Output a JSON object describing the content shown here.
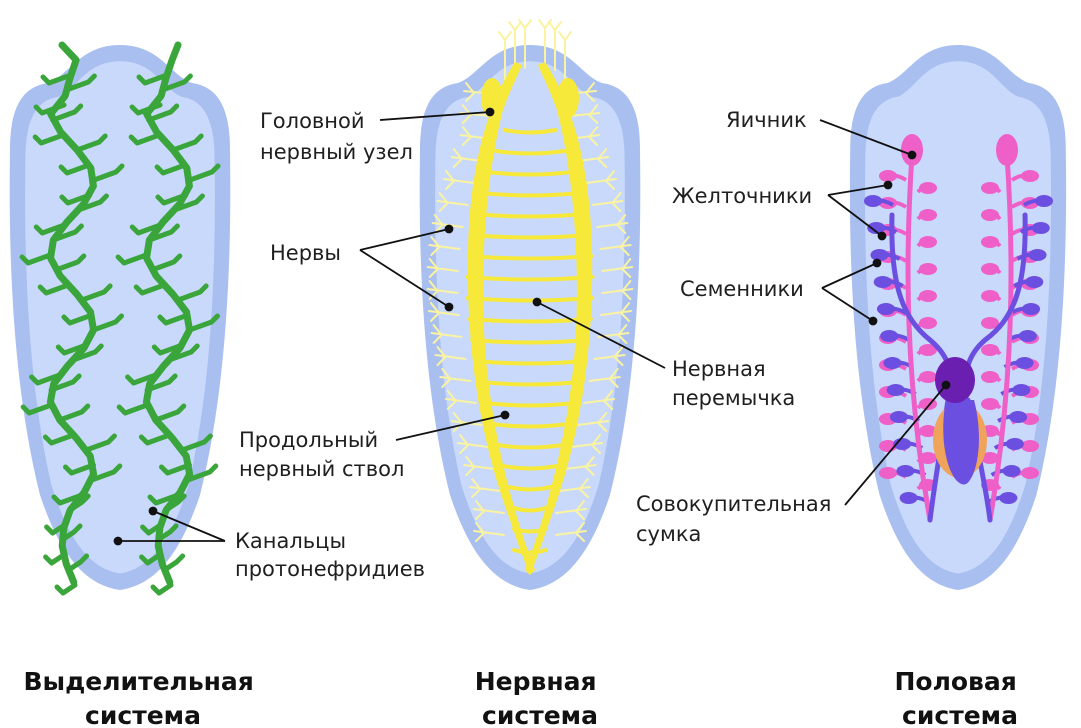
{
  "panels": [
    {
      "id": "excretory",
      "caption": [
        "Выделительная",
        "система"
      ]
    },
    {
      "id": "nervous",
      "caption": [
        "Нервная",
        "система"
      ]
    },
    {
      "id": "reproductive",
      "caption": [
        "Половая",
        "система"
      ]
    }
  ],
  "labels": {
    "excretory": {
      "canals": [
        "Канальцы",
        "протонефридиев"
      ]
    },
    "nervous": {
      "head_ganglion": [
        "Головной",
        "нервный узел"
      ],
      "nerves": [
        "Нервы"
      ],
      "longitudinal_trunk": [
        "Продольный",
        "нервный ствол"
      ],
      "commissure": [
        "Нервная",
        "перемычка"
      ]
    },
    "reproductive": {
      "ovary": [
        "Яичник"
      ],
      "vitellaria": [
        "Желточники"
      ],
      "testes": [
        "Семенники"
      ],
      "copulatory_bursa": [
        "Совокупительная",
        "сумка"
      ]
    }
  },
  "colors": {
    "body_outer": "#a9bff0",
    "body_inner": "#c9d9fb",
    "protonephridia": "#3aa53a",
    "nerve": "#f7e93a",
    "nerve_light": "#faf3a0",
    "ovary_vitellaria": "#ef5fc8",
    "testes": "#6b4fe0",
    "bursa": "#6a1fb0",
    "orange_organ": "#f0a35a",
    "leader": "#111111"
  }
}
